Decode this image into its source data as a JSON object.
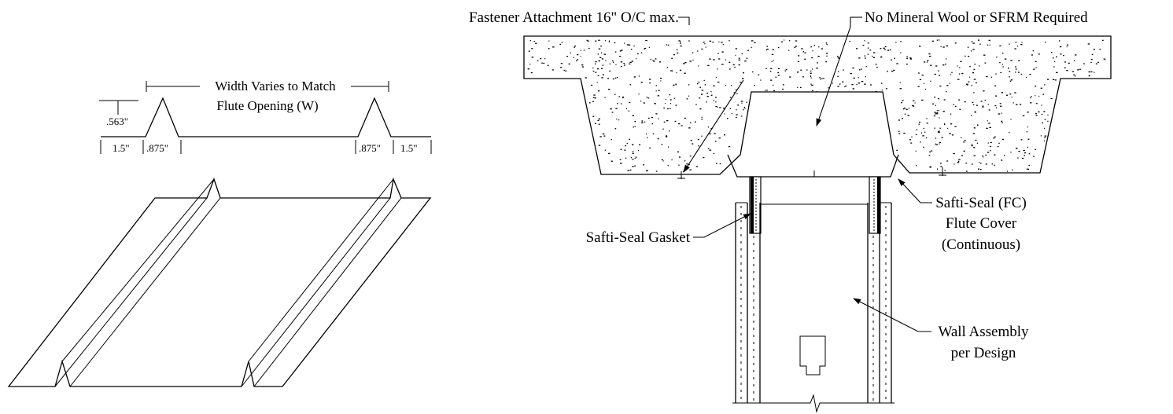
{
  "flute_cover_detail": {
    "width_label_line1": "Width Varies to Match",
    "width_label_line2": "Flute Opening (W)",
    "height_dim": ".563\"",
    "left_flange_dim": "1.5\"",
    "left_rib_dim": ".875\"",
    "right_rib_dim": ".875\"",
    "right_flange_dim": "1.5\""
  },
  "section_detail": {
    "fastener_label": "Fastener Attachment 16\" O/C max.",
    "no_wool_label": "No Mineral Wool or SFRM Required",
    "flute_cover_label_line1": "Safti-Seal (FC)",
    "flute_cover_label_line2": "Flute Cover",
    "flute_cover_label_line3": "(Continuous)",
    "gasket_label": "Safti-Seal Gasket",
    "wall_label_line1": "Wall Assembly",
    "wall_label_line2": "per Design"
  }
}
